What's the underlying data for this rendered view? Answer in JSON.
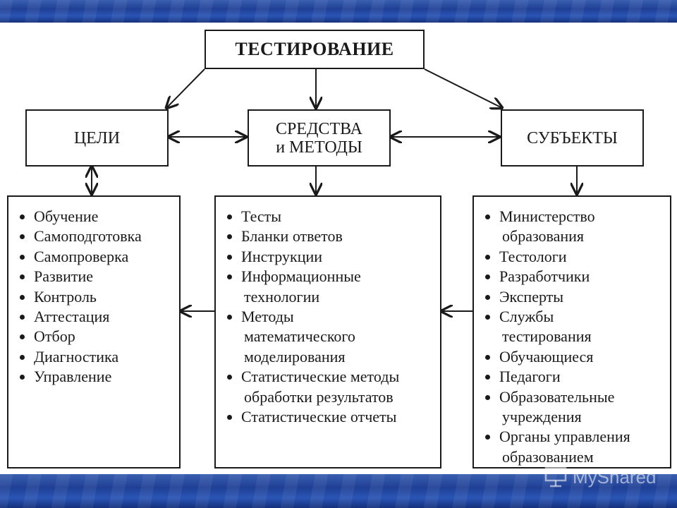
{
  "diagram": {
    "title": "ТЕСТИРОВАНИЕ",
    "nodes": {
      "goals": "ЦЕЛИ",
      "means_line1": "СРЕДСТВА",
      "means_line2": "и МЕТОДЫ",
      "subjects": "СУБЪЕКТЫ"
    },
    "goals_list": [
      "Обучение",
      "Самоподготовка",
      "Самопроверка",
      "Развитие",
      "Контроль",
      "Аттестация",
      "Отбор",
      "Диагностика",
      "Управление"
    ],
    "means_list": [
      {
        "l1": "Тесты"
      },
      {
        "l1": "Бланки ответов"
      },
      {
        "l1": "Инструкции"
      },
      {
        "l1": "Информационные",
        "l2": "технологии"
      },
      {
        "l1": "Методы",
        "l2": "математического",
        "l3": "моделирования"
      },
      {
        "l1": "Статистические методы",
        "l2": "обработки результатов"
      },
      {
        "l1": "Статистические отчеты"
      }
    ],
    "subjects_list": [
      {
        "l1": "Министерство",
        "l2": "образования"
      },
      {
        "l1": "Тестологи"
      },
      {
        "l1": "Разработчики"
      },
      {
        "l1": "Эксперты"
      },
      {
        "l1": "Службы",
        "l2": "тестирования"
      },
      {
        "l1": "Обучающиеся"
      },
      {
        "l1": "Педагоги"
      },
      {
        "l1": "Образовательные",
        "l2": "учреждения"
      },
      {
        "l1": "Органы управления",
        "l2": "образованием"
      }
    ]
  },
  "watermark": {
    "text": "MyShared",
    "icon": "presentation-board-icon"
  },
  "colors": {
    "band": "#1f3f95",
    "stroke": "#1a1a1a"
  }
}
